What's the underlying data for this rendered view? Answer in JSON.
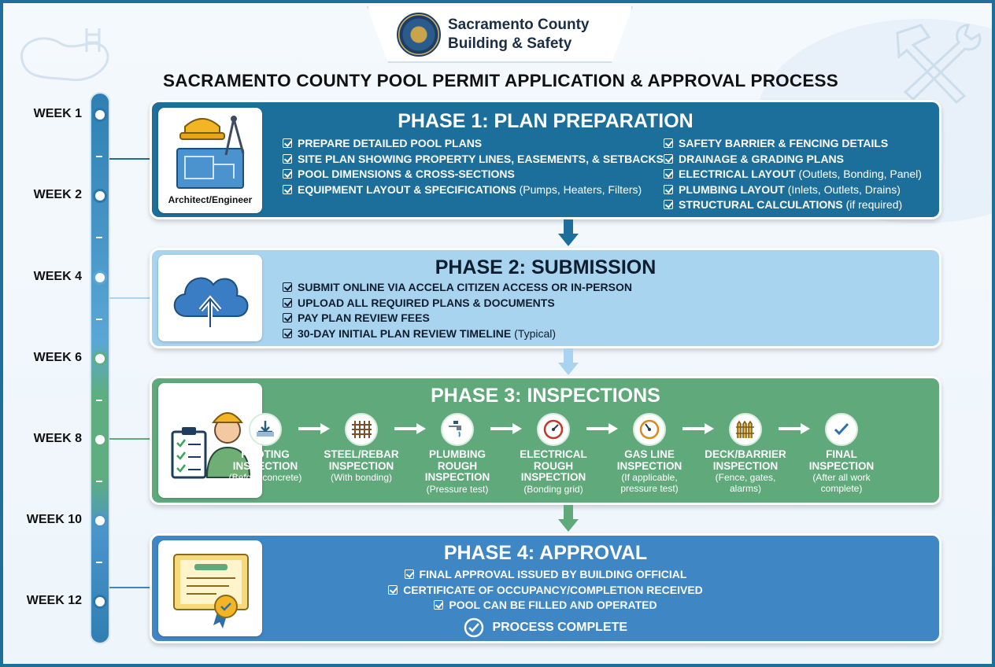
{
  "header": {
    "agency_line1": "Sacramento County",
    "agency_line2": "Building & Safety",
    "seal_icon": "county-seal-icon"
  },
  "title": "SACRAMENTO COUNTY POOL PERMIT APPLICATION & APPROVAL PROCESS",
  "timeline": {
    "labels": [
      "WEEK 1",
      "WEEK 2",
      "WEEK 4",
      "WEEK 6",
      "WEEK 8",
      "WEEK 10",
      "WEEK 12"
    ]
  },
  "phase1": {
    "title": "PHASE 1: PLAN PREPARATION",
    "icon_label": "Architect/Engineer",
    "left_items": [
      {
        "text": "PREPARE DETAILED POOL PLANS",
        "note": ""
      },
      {
        "text": "SITE PLAN SHOWING PROPERTY LINES, EASEMENTS, & SETBACKS",
        "note": ""
      },
      {
        "text": "POOL DIMENSIONS & CROSS-SECTIONS",
        "note": ""
      },
      {
        "text": "EQUIPMENT LAYOUT & SPECIFICATIONS",
        "note": "(Pumps, Heaters, Filters)"
      }
    ],
    "right_items": [
      {
        "text": "SAFETY BARRIER & FENCING DETAILS",
        "note": ""
      },
      {
        "text": "DRAINAGE & GRADING PLANS",
        "note": ""
      },
      {
        "text": "ELECTRICAL LAYOUT",
        "note": "(Outlets, Bonding, Panel)"
      },
      {
        "text": "PLUMBING LAYOUT",
        "note": "(Inlets, Outlets, Drains)"
      },
      {
        "text": "STRUCTURAL CALCULATIONS",
        "note": "(if required)"
      }
    ],
    "color": "#1d6f9b"
  },
  "phase2": {
    "title": "PHASE 2: SUBMISSION",
    "items": [
      {
        "text": "SUBMIT ONLINE VIA ACCELA CITIZEN ACCESS OR IN-PERSON",
        "note": ""
      },
      {
        "text": "UPLOAD ALL REQUIRED PLANS & DOCUMENTS",
        "note": ""
      },
      {
        "text": "PAY PLAN REVIEW FEES",
        "note": ""
      },
      {
        "text": "30-DAY INITIAL PLAN REVIEW TIMELINE",
        "note": "(Typical)"
      }
    ],
    "color": "#a9d4ef"
  },
  "phase3": {
    "title": "PHASE 3: INSPECTIONS",
    "steps": [
      {
        "l1": "FOOTING",
        "l2": "INSPECTION",
        "l3": "",
        "sub1": "(Before concrete)",
        "sub2": "",
        "icon": "footing-icon"
      },
      {
        "l1": "STEEL/REBAR",
        "l2": "INSPECTION",
        "l3": "",
        "sub1": "(With bonding)",
        "sub2": "",
        "icon": "rebar-grid-icon"
      },
      {
        "l1": "PLUMBING",
        "l2": "ROUGH",
        "l3": "INSPECTION",
        "sub1": "(Pressure test)",
        "sub2": "",
        "icon": "faucet-icon"
      },
      {
        "l1": "ELECTRICAL",
        "l2": "ROUGH",
        "l3": "INSPECTION",
        "sub1": "(Bonding grid)",
        "sub2": "",
        "icon": "electrical-gauge-icon"
      },
      {
        "l1": "GAS LINE",
        "l2": "INSPECTION",
        "l3": "",
        "sub1": "(If applicable,",
        "sub2": "pressure test)",
        "icon": "gas-gauge-icon"
      },
      {
        "l1": "DECK/BARRIER",
        "l2": "INSPECTION",
        "l3": "",
        "sub1": "(Fence, gates,",
        "sub2": "alarms)",
        "icon": "fence-icon"
      },
      {
        "l1": "FINAL",
        "l2": "INSPECTION",
        "l3": "",
        "sub1": "(After all work",
        "sub2": "complete)",
        "icon": "check-circle-icon"
      }
    ],
    "color": "#5fa97b"
  },
  "phase4": {
    "title": "PHASE 4: APPROVAL",
    "items": [
      "FINAL APPROVAL ISSUED BY BUILDING OFFICIAL",
      "CERTIFICATE OF OCCUPANCY/COMPLETION RECEIVED",
      "POOL CAN BE FILLED AND OPERATED"
    ],
    "complete": "PROCESS COMPLETE",
    "color": "#3e86c4"
  }
}
